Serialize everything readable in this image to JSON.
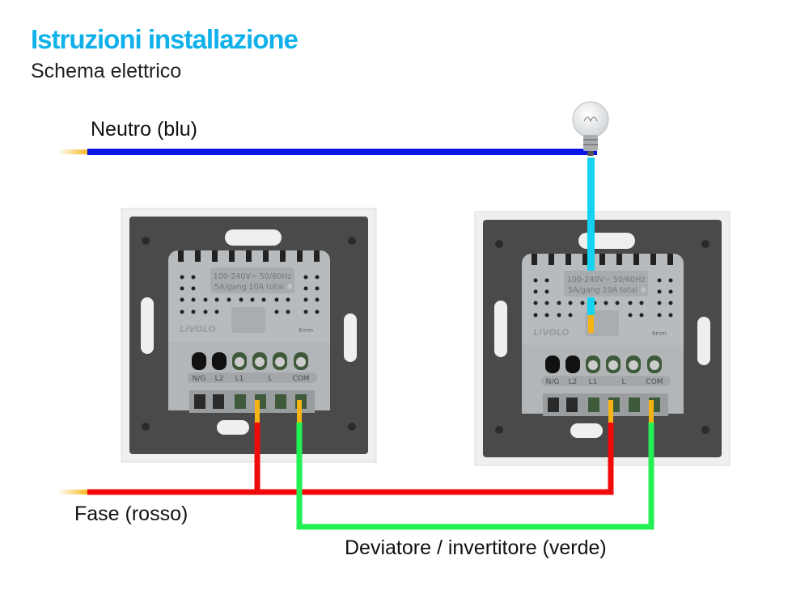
{
  "header": {
    "title": "Istruzioni installazione",
    "subtitle": "Schema elettrico"
  },
  "wires": {
    "neutral_label": "Neutro (blu)",
    "phase_label": "Fase (rosso)",
    "traveler_label": "Deviatore / invertitore (verde)"
  },
  "colors": {
    "title": "#10b1ea",
    "neutral": "#0a14e6",
    "lamp_wire": "#15d2f0",
    "phase": "#f00a0a",
    "traveler": "#22f055",
    "wire_tip": "#f5b414",
    "plate": "#4a4a4a",
    "module": "#b8bbbd"
  },
  "switch": {
    "spec_line1": "100-240V~  50/60Hz",
    "spec_line2": "5A/gang 10A total",
    "brand": "LIVOLO",
    "strip_length": "6mm",
    "terminals": [
      "N/G",
      "L2",
      "L1",
      "L",
      "COM"
    ]
  },
  "icons": [
    "light-bulb-icon",
    "sun-icon"
  ]
}
